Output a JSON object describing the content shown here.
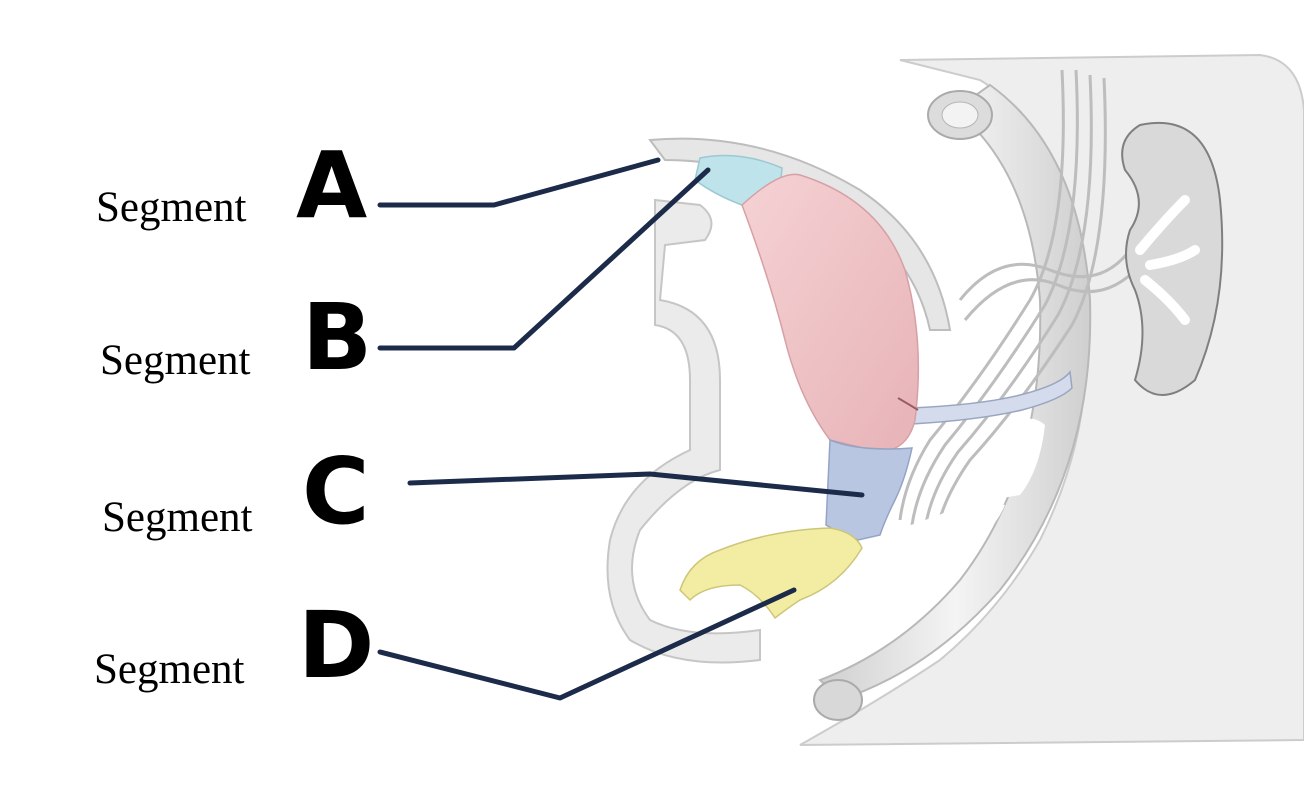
{
  "colors": {
    "segment_a": "#bfe3ea",
    "segment_b": "#efc3c6",
    "segment_c": "#b9c6e2",
    "segment_d": "#f2eda2",
    "leader_lines": "#1c2b4a",
    "tissue_gray": "#e4e4e4"
  },
  "labels": [
    {
      "word": "Segment",
      "letter": "A"
    },
    {
      "word": "Segment",
      "letter": "B"
    },
    {
      "word": "Segment",
      "letter": "C"
    },
    {
      "word": "Segment",
      "letter": "D"
    }
  ]
}
